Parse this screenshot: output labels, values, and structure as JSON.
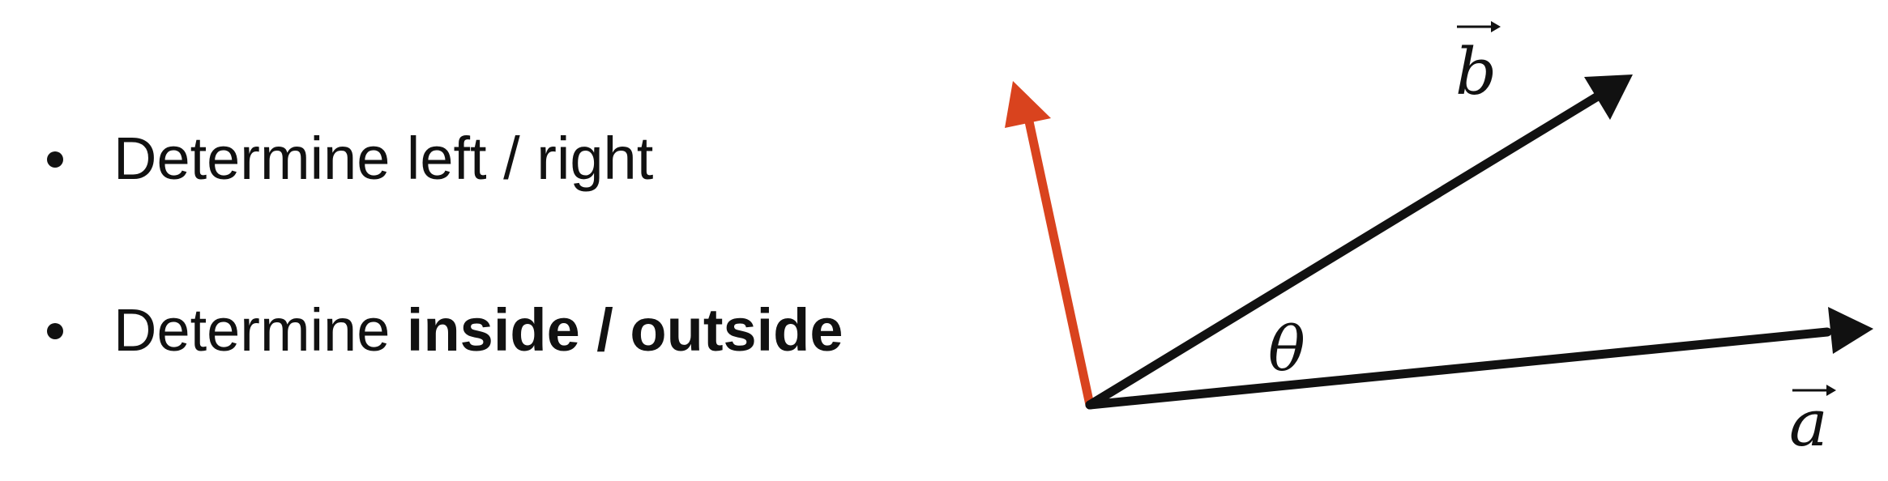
{
  "bullets": [
    {
      "prefix": "Determine ",
      "text": "left / right",
      "bold": false
    },
    {
      "prefix": "Determine ",
      "text": "inside / outside",
      "bold": true
    }
  ],
  "diagram": {
    "vector_a_label": "a",
    "vector_b_label": "b",
    "angle_label": "θ",
    "colors": {
      "vectors": "#111111",
      "normal_vector": "#d9431e"
    }
  }
}
